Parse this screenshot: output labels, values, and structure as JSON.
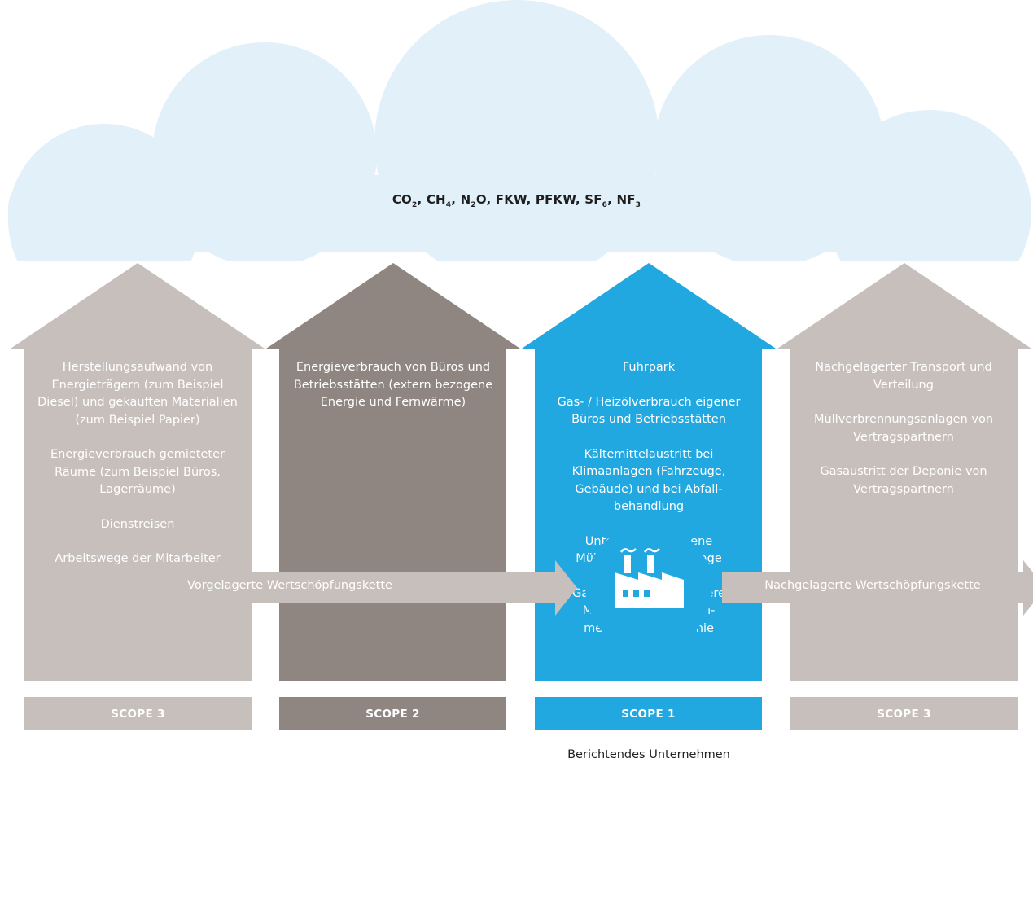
{
  "colors": {
    "cloud": "#e2f0fa",
    "scope3": "#c7bfbc",
    "scope2": "#8f8681",
    "scope1": "#22a8e0",
    "chain": "#c7bfbc",
    "factory_circle": "#22a8e0"
  },
  "cloud": {
    "gases": [
      {
        "base": "CO",
        "sub": "2"
      },
      {
        "base": "CH",
        "sub": "4"
      },
      {
        "base": "N",
        "sub": "2",
        "rest": "O"
      },
      {
        "base": "FKW"
      },
      {
        "base": "PFKW"
      },
      {
        "base": "SF",
        "sub": "6"
      },
      {
        "base": "NF",
        "sub": "3"
      }
    ]
  },
  "columns": [
    {
      "id": "scope3-upstream",
      "scope": "SCOPE 3",
      "items": [
        "Herstellungsaufwand von Energieträgern (zum Beispiel Diesel) und ge­kauften Materialien (zum Beispiel Papier)",
        "Energieverbrauch gemie­teter Räume (zum Beispiel Büros, Lagerräume)",
        "Dienstreisen",
        "Arbeitswege der Mitarbeiter"
      ]
    },
    {
      "id": "scope2",
      "scope": "SCOPE 2",
      "items": [
        "Energieverbrauch von Büros und Betriebsstätten (extern bezogene Energie und Fernwärme)"
      ]
    },
    {
      "id": "scope1",
      "scope": "SCOPE 1",
      "items": [
        "Fuhrpark",
        "Gas- / Heizölverbrauch eigener Büros und Betriebsstätten",
        "Kältemittelaustritt bei Klimaanlagen (Fahrzeuge, Gebäude) und bei Abfall­behandlung",
        "Unternehmenseigene Müllverbrennungsanlage",
        "Gasaustritt (insbesondere Methan) bei unterneh­menseigener Deponie"
      ]
    },
    {
      "id": "scope3-downstream",
      "scope": "SCOPE 3",
      "items": [
        "Nachgelagerter Transport und Verteilung",
        "Müllverbrennungsanlagen von Vertragspartnern",
        "Gasaustritt der Deponie von Vertragspartnern"
      ]
    }
  ],
  "company": {
    "label": "Berichtendes Unternehmen",
    "icon": "factory-icon"
  },
  "value_chain": {
    "upstream": "Vorgelagerte Wertschöpfungskette",
    "downstream": "Nachgelagerte Wertschöpfungskette"
  }
}
